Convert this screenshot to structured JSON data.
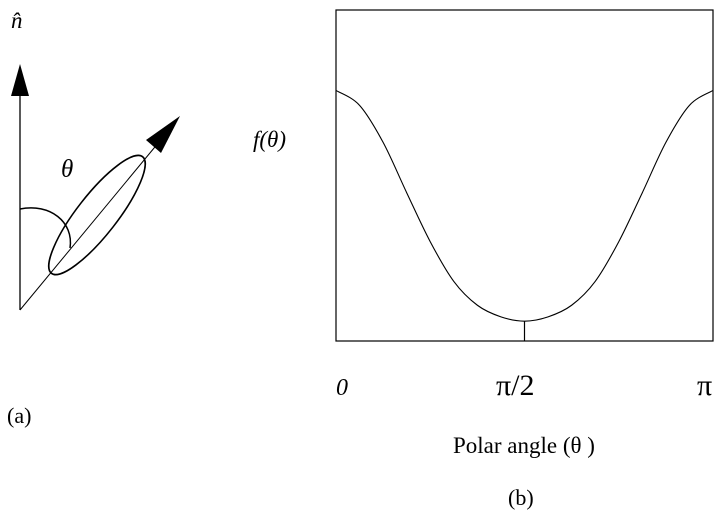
{
  "panel_a": {
    "axis_label": "n̂",
    "angle_label": "θ",
    "caption": "(a)"
  },
  "panel_b": {
    "ylabel": "f(θ)",
    "tick_labels": [
      "0",
      "π/2",
      "π"
    ],
    "xlabel": "Polar angle (θ )",
    "caption": "(b)"
  },
  "chart_data": {
    "type": "line",
    "title": "",
    "xlabel": "Polar angle (θ )",
    "ylabel": "f(θ)",
    "x_ticks": [
      "0",
      "π/2",
      "π"
    ],
    "xlim": [
      0,
      3.1416
    ],
    "ylim": [
      0,
      1
    ],
    "grid": false,
    "legend": "none",
    "series": [
      {
        "x": [
          0,
          0.1963,
          0.3927,
          0.589,
          0.7854,
          0.9817,
          1.1781,
          1.3744,
          1.5708,
          1.7671,
          1.9635,
          2.1598,
          2.3562,
          2.5525,
          2.7489,
          2.9452,
          3.1416
        ],
        "y": [
          0.757,
          0.712,
          0.6,
          0.448,
          0.3,
          0.18,
          0.108,
          0.073,
          0.06,
          0.073,
          0.108,
          0.18,
          0.3,
          0.448,
          0.6,
          0.712,
          0.757
        ]
      }
    ],
    "annotations": [
      {
        "type": "vertical-line",
        "x": 1.5708,
        "from": "curve-minimum",
        "to": "x-axis"
      }
    ]
  },
  "colors": {
    "ink": "#000000",
    "background": "#ffffff"
  }
}
